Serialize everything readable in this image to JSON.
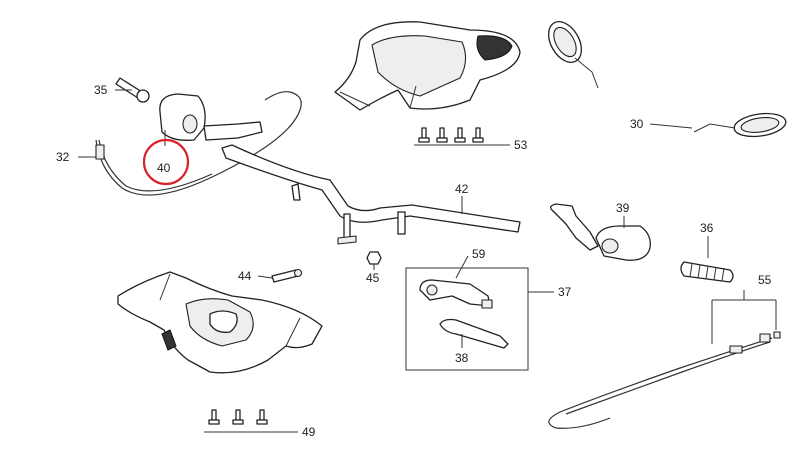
{
  "callouts": {
    "c30": "30",
    "c32": "32",
    "c35": "35",
    "c36": "36",
    "c37": "37",
    "c38": "38",
    "c39": "39",
    "c40": "40",
    "c42": "42",
    "c44": "44",
    "c45": "45",
    "c49": "49",
    "c53": "53",
    "c55": "55",
    "c59": "59"
  },
  "colors": {
    "highlight": "#d8232a",
    "linework": "#222222"
  },
  "highlighted_part": "40"
}
